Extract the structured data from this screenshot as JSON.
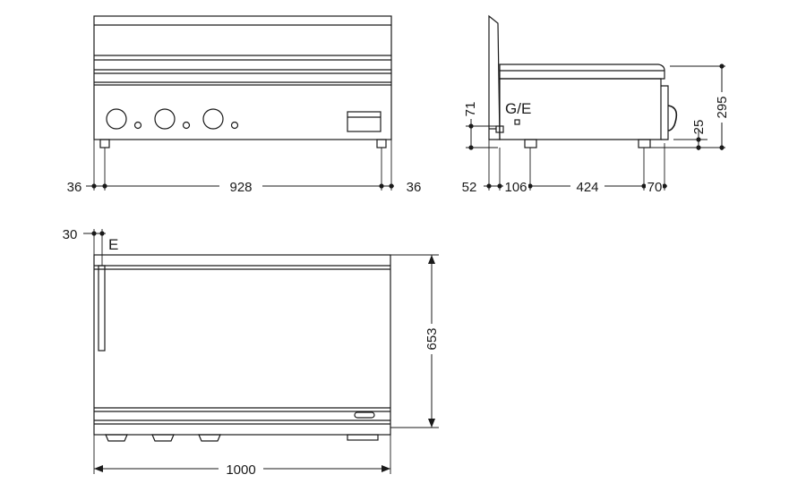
{
  "dimensions": {
    "front_left_offset": "36",
    "front_width": "928",
    "front_right_offset": "36",
    "side_height_71": "71",
    "side_height_295": "295",
    "side_height_25": "25",
    "side_52": "52",
    "side_106": "106",
    "side_424": "424",
    "side_70": "70",
    "top_offset_30": "30",
    "top_depth": "653",
    "top_width": "1000"
  },
  "labels": {
    "gas_electric": "G/E",
    "electric": "E"
  }
}
